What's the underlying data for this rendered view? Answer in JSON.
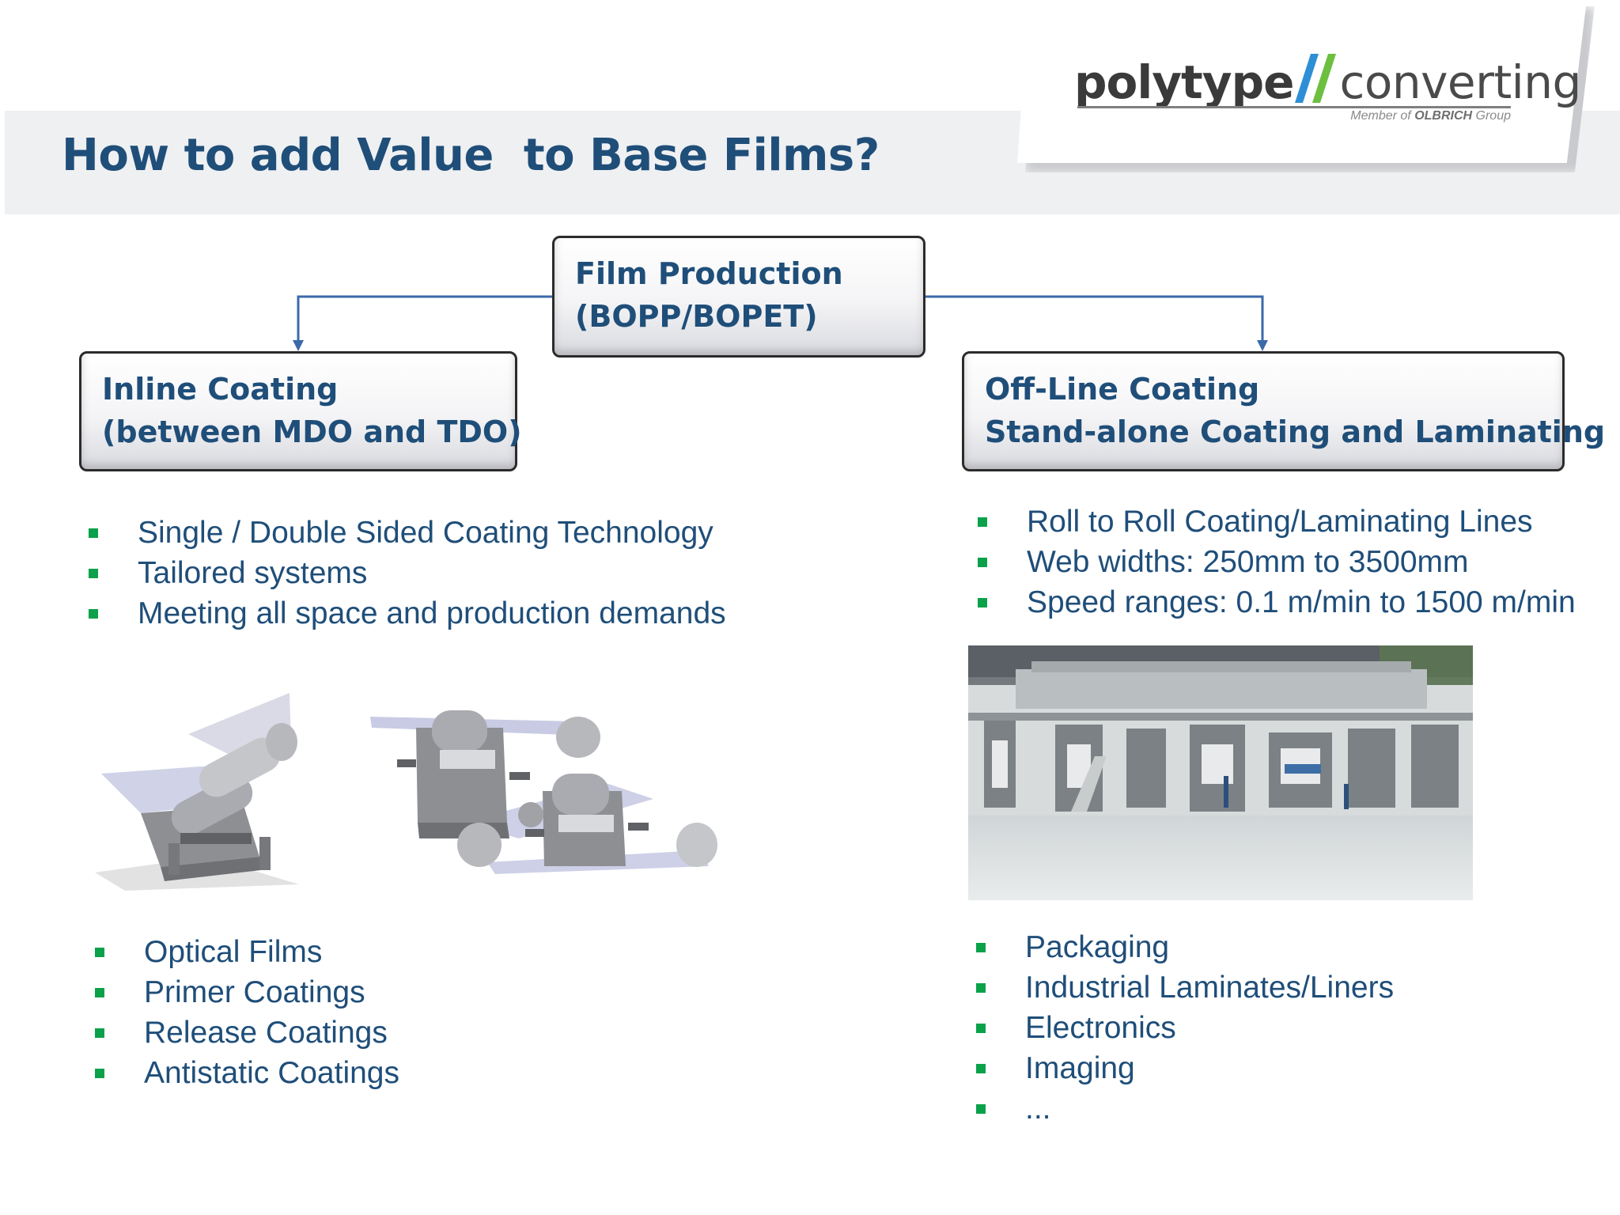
{
  "header": {
    "title": "How to add Value  to Base Films?"
  },
  "logo": {
    "part1": "polytype",
    "part2": "converting",
    "member_prefix": "Member of ",
    "member_brand": "OLBRICH",
    "member_suffix": " Group",
    "colors": {
      "slash_blue": "#2e8fd6",
      "slash_green": "#6cbf3f",
      "text": "#3a3a3a"
    }
  },
  "boxes": {
    "film_production": {
      "line1": "Film Production",
      "line2": "(BOPP/BOPET)"
    },
    "inline_coating": {
      "line1": "Inline Coating",
      "line2": "(between MDO and TDO)"
    },
    "offline_coating": {
      "line1": "Off-Line Coating",
      "line2": "Stand-alone Coating and Laminating"
    }
  },
  "inline_features": [
    "Single / Double Sided Coating Technology",
    "Tailored systems",
    "Meeting all space and production demands"
  ],
  "offline_features": [
    "Roll to Roll Coating/Laminating Lines",
    "Web widths: 250mm to 3500mm",
    "Speed ranges: 0.1 m/min to 1500 m/min"
  ],
  "inline_applications": [
    "Optical Films",
    "Primer Coatings",
    "Release Coatings",
    "Antistatic Coatings"
  ],
  "offline_applications": [
    "Packaging",
    "Industrial Laminates/Liners",
    "Electronics",
    "Imaging",
    "..."
  ],
  "theme": {
    "title_color": "#1f4e79",
    "bullet_color": "#0aa14a",
    "connector_color": "#3b6aa8"
  }
}
